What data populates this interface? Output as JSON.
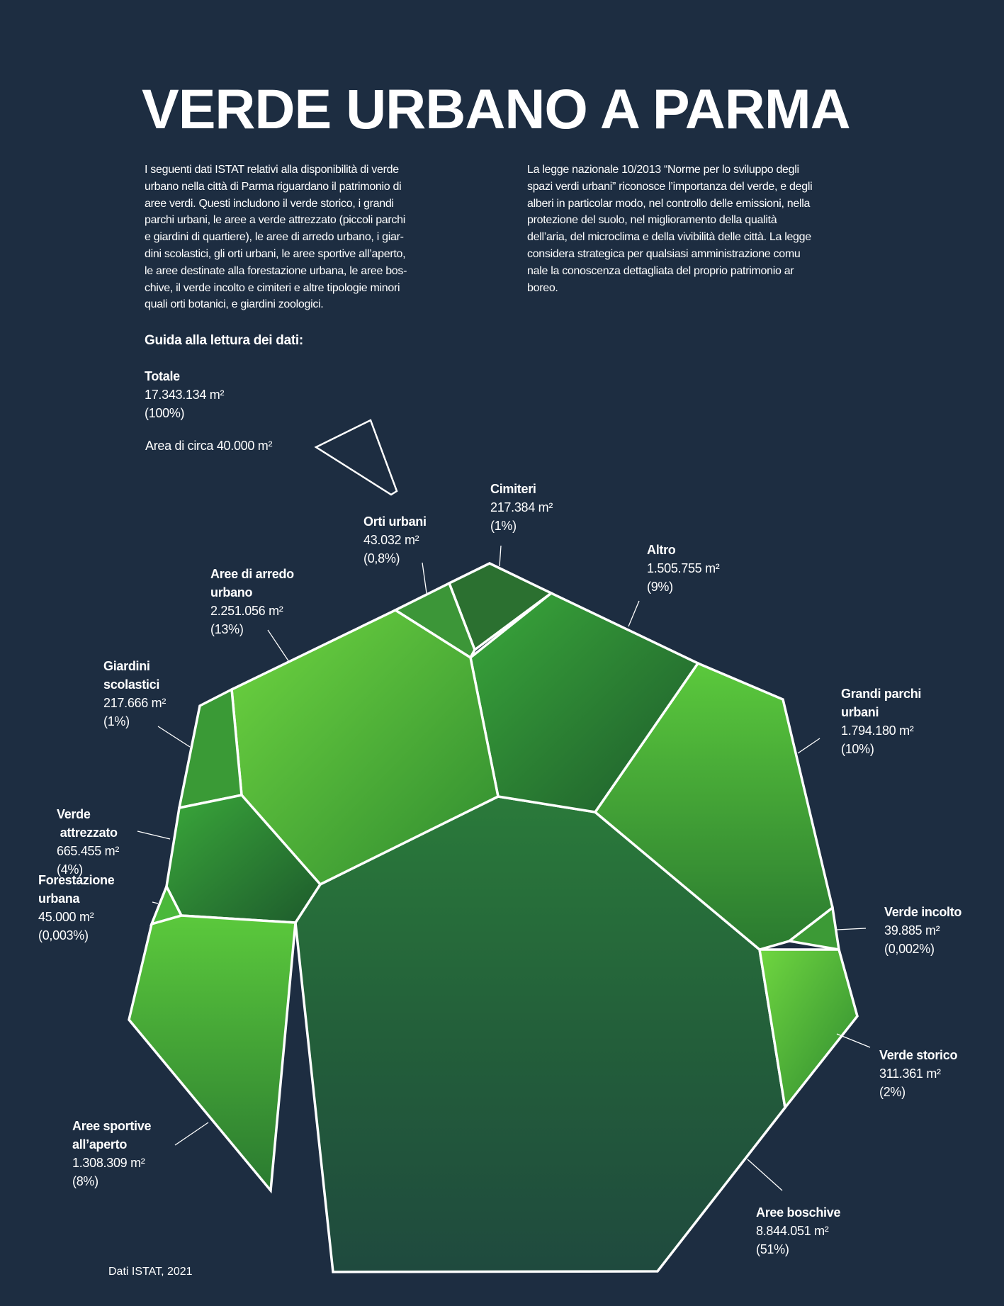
{
  "title": "VERDE URBANO A PARMA",
  "intro_left": [
    "I seguenti dati ISTAT relativi alla disponibilità di verde",
    "urbano nella città di Parma riguardano il patrimonio di",
    "aree verdi. Questi includono il verde storico, i grandi",
    "parchi urbani, le aree a verde attrezzato (piccoli parchi",
    "e giardini di quartiere), le aree di arredo urbano, i giar-",
    "dini scolastici, gli orti urbani, le aree sportive all’aperto,",
    "le aree destinate alla forestazione urbana, le aree bos-",
    "chive, il verde incolto e cimiteri e  altre tipologie minori",
    "quali orti botanici, e giardini zoologici."
  ],
  "intro_right": [
    "La legge nazionale 10/2013 “Norme per lo sviluppo degli",
    "spazi verdi urbani” riconosce l’importanza del verde, e degli",
    "alberi in particolar modo, nel controllo delle emissioni, nella",
    "protezione del suolo, nel miglioramento della qualità",
    "dell’aria, del microclima e della vivibilità delle città. La legge",
    "considera strategica per qualsiasi amministrazione comu",
    "nale la conoscenza dettagliata del proprio patrimonio ar",
    "boreo."
  ],
  "guide": {
    "heading": "Guida alla lettura dei dati:",
    "total_label": "Totale",
    "total_value": "17.343.134 m²",
    "total_pct": "(100%)",
    "scale_label": "Area di circa 40.000 m²"
  },
  "categories": [
    {
      "name": "Cimiteri",
      "value": "217.384 m²",
      "pct": "(1%)"
    },
    {
      "name": "Orti urbani",
      "value": "43.032 m²",
      "pct": "(0,8%)"
    },
    {
      "name": "Altro",
      "value": "1.505.755 m²",
      "pct": "(9%)"
    },
    {
      "name": "Aree di arredo urbano",
      "value": "2.251.056 m²",
      "pct": "(13%)"
    },
    {
      "name": "Giardini scolastici",
      "value": "217.666 m²",
      "pct": "(1%)"
    },
    {
      "name": "Grandi parchi urbani",
      "value": "1.794.180 m²",
      "pct": "(10%)"
    },
    {
      "name": "Verde attrezzato",
      "value": "665.455 m²",
      "pct": "(4%)"
    },
    {
      "name": "Forestazione urbana",
      "value": "45.000 m²",
      "pct": "(0,003%)"
    },
    {
      "name": "Verde incolto",
      "value": "39.885 m²",
      "pct": "(0,002%)"
    },
    {
      "name": "Verde storico",
      "value": "311.361 m²",
      "pct": "(2%)"
    },
    {
      "name": "Aree sportive all’aperto",
      "value": "1.308.309 m²",
      "pct": "(8%)"
    },
    {
      "name": "Aree boschive",
      "value": "8.844.051 m²",
      "pct": "(51%)"
    }
  ],
  "label_lines": {
    "arredo": [
      "Aree di arredo",
      "urbano"
    ],
    "giardini": [
      "Giardini",
      "scolastici"
    ],
    "parchi": [
      "Grandi parchi",
      "urbani"
    ],
    "attrezzato": [
      "Verde",
      " attrezzato"
    ],
    "forestazione": [
      "Forestazione",
      "urbana"
    ],
    "sportive": [
      "Aree sportive",
      "all’aperto"
    ]
  },
  "source": "Dati ISTAT, 2021",
  "colors": {
    "background": "#1d2d41",
    "green_light": "#5fd03a",
    "green_dark": "#1f5a2a"
  }
}
